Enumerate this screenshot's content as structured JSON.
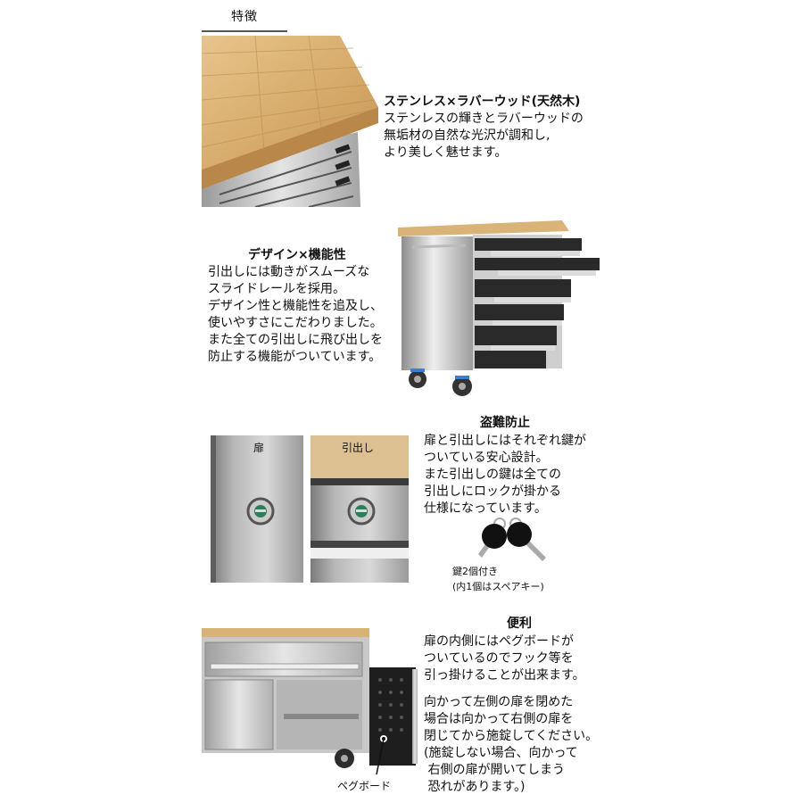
{
  "header": {
    "title": "特徴"
  },
  "sections": [
    {
      "title": "ステンレス×ラバーウッド(天然木)",
      "body": "ステンレスの輝きとラバーウッドの\n無垢材の自然な光沢が調和し,\nより美しく魅せます。"
    },
    {
      "title": "デザイン×機能性",
      "body": "引出しには動きがスムーズな\nスライドレールを採用。\nデザイン性と機能性を追及し、\n使いやすさにこだわりました。\nまた全ての引出しに飛び出しを\n防止する機能がついています。"
    },
    {
      "title": "盗難防止",
      "body": "扉と引出しにはそれぞれ鍵が\nついている安心設計。\nまた引出しの鍵は全ての\n引出しにロックが掛かる\n仕様になっています。",
      "photo_labels": [
        "扉",
        "引出し"
      ],
      "key_caption": "鍵2個付き\n(内1個はスペアキー)"
    },
    {
      "title": "便利",
      "body": "扉の内側にはペグボードが\nついているのでフック等を\n引っ掛けることが出来ます。",
      "body2": "向かって左側の扉を閉めた\n場合は向かって右側の扉を\n閉じてから施錠してください。\n(施錠しない場合、向かって\n 右側の扉が開いてしまう\n 恐れがあります。)",
      "pegboard_label": "ペグボード"
    }
  ]
}
